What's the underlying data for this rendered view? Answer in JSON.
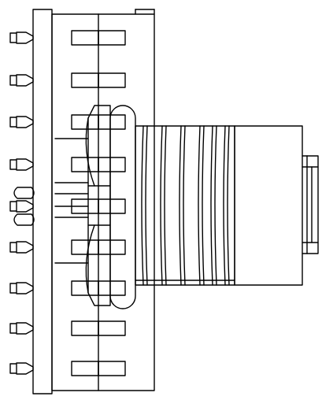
{
  "drawing": {
    "kind": "connector side elevation line drawing",
    "line_color": "#000000",
    "background_color": "#ffffff",
    "pin_count": 9,
    "board_terminal_rows": 9,
    "thread_grooves": 6,
    "ribbed_end_cap": true,
    "text_labels": []
  }
}
